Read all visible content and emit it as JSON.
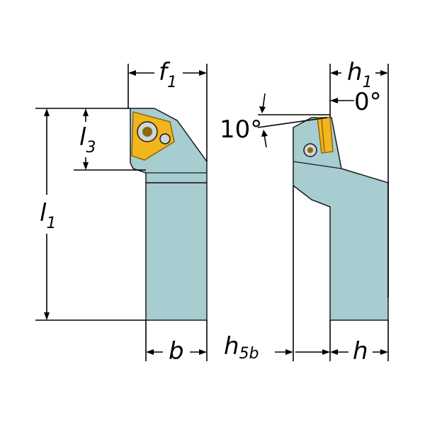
{
  "colors": {
    "body_fill": "#a7cdd1",
    "body_stroke": "#1a1a1a",
    "insert_fill": "#f2b51c",
    "insert_dark": "#8a6a10",
    "screw_fill": "#cfd6d6",
    "line": "#000000"
  },
  "labels": {
    "f1": {
      "main": "f",
      "sub": "1"
    },
    "h1": {
      "main": "h",
      "sub": "1"
    },
    "l1": {
      "main": "l",
      "sub": "1"
    },
    "l3": {
      "main": "l",
      "sub": "3"
    },
    "b": {
      "main": "b"
    },
    "h": {
      "main": "h"
    },
    "h5b": {
      "main": "h",
      "sub": "5b"
    },
    "angle_10": "10°",
    "angle_0": "0°"
  }
}
